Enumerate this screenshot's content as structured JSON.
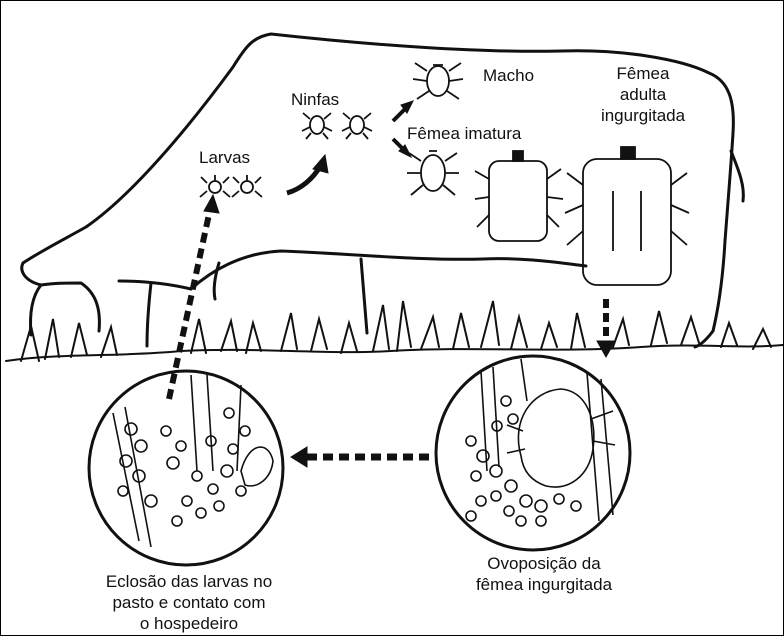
{
  "labels": {
    "larvas": "Larvas",
    "ninfas": "Ninfas",
    "macho": "Macho",
    "femea_imatura": "Fêmea imatura",
    "femea_adulta_l1": "Fêmea",
    "femea_adulta_l2": "adulta",
    "femea_adulta_l3": "ingurgitada",
    "ovoposicao_l1": "Ovoposição da",
    "ovoposicao_l2": "fêmea ingurgitada",
    "eclosao_l1": "Eclosão das larvas no",
    "eclosao_l2": "pasto  e contato com",
    "eclosao_l3": "o hospedeiro"
  },
  "colors": {
    "ink": "#111111",
    "paper": "#ffffff"
  }
}
